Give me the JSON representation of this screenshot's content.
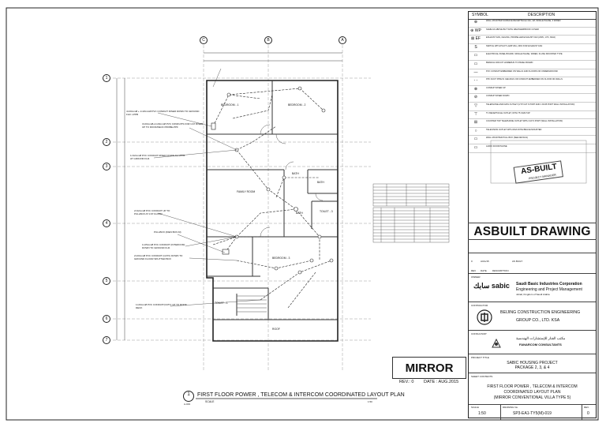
{
  "symbol_legend": {
    "headers": {
      "symbol": "SYMBOL",
      "description": "DESCRIPTION"
    },
    "items": [
      {
        "icon": "⊕",
        "desc": "WALL MOUNTED SURFACE RECEPTACLE 13A, 1Ø, SINGLE PHASE, 3 WIRED"
      },
      {
        "icon": "⊕ WP",
        "desc": "SAME AS ABOVE BUT WITH WEATHERPROOF COVER"
      },
      {
        "icon": "⊠ EF",
        "desc": "EXHAUST FAN, CEILING, PROPELLER EXHAUST FAN (230V, 1 Ph, 60Hz)"
      },
      {
        "icon": "S",
        "desc": "SWITCH WITH PILOT LAMP 20A, 230V FOR EXHAUST FAN"
      },
      {
        "icon": "▭",
        "desc": "ELECTRICAL PANEL BOARD, SINGLE PHASE, WIRED, FLUSH MOUNTED TYPE"
      },
      {
        "icon": "▭",
        "desc": "BRANCH CIRCUIT HOMERUN TO PANEL BOARD"
      },
      {
        "icon": "—",
        "desc": "PVC CONDUIT EMBEDDED ON WALLS AND FLOORS OR UNDERGROUND"
      },
      {
        "icon": "- -",
        "desc": "PPC DUCT PIPE IN CEILINGS OR CONDUIT EMBEDDED ON FLOOR OR WALLS"
      },
      {
        "icon": "⊗",
        "desc": "CONDUIT RISER UP"
      },
      {
        "icon": "⊘",
        "desc": "CONDUIT RISER DOWN"
      },
      {
        "icon": "▽",
        "desc": "TELEPHONE AND DATA OUTLET (UTP CAT 6 PORT AND 1 RJ45 PORT WALL INSTALLATION)"
      },
      {
        "icon": "⊤",
        "desc": "TV RECEPTACLE OUTLET, WITH 75 OHM TAP"
      },
      {
        "icon": "⊞",
        "desc": "COUNTER TOP TELEPHONE OUTLET WITH CAT 6 PORT (WALL INSTALLATION)"
      },
      {
        "icon": "○",
        "desc": "TELEVISION OUTLET WITH RG6 WITH BRACE MOUNTED"
      },
      {
        "icon": "▭",
        "desc": "WALL MOUNTED PULL BOX (SEE DETAILS)"
      },
      {
        "icon": "▭",
        "desc": "AUDIO DOOR PHONE"
      }
    ]
  },
  "stamp": {
    "text": "AS-BUILT",
    "sub": "PROJECT MANAGER"
  },
  "asbuilt_title": "ASBUILT DRAWING",
  "revision_block": {
    "rows": [
      {
        "rev": "0",
        "date": "AUG/15",
        "desc": "AS BUILT"
      }
    ],
    "headers": {
      "rev": "REV",
      "date": "DATE",
      "desc": "DESCRIPTION"
    }
  },
  "owner": {
    "label": "OWNER",
    "logo": "سابك sabic",
    "name": "Saudi Basic Industries Corporation",
    "sub": "Engineering and Project Management",
    "loc": "Jubail, Kingdom of Saudi Arabia"
  },
  "contractor": {
    "label": "CONTRACTOR",
    "name_line1": "BEIJING CONSTRUCTION ENGINEERING",
    "name_line2": "GROUP CO., LTD. KSA"
  },
  "consultant": {
    "label": "CONSULTANT",
    "arabic": "مكتب الفنار للإستشارات الهندسية",
    "name": "FANARCOM CONSULTANTS"
  },
  "project": {
    "label": "PROJECT TITLE",
    "line1": "SABIC HOUSING PROJECT",
    "line2": "PACKAGE 2, 3, & 4"
  },
  "sheet": {
    "label": "SHEET CONTENTS",
    "line1": "FIRST FLOOR POWER , TELECOM & INTERCOM",
    "line2": "COORDINATED LAYOUT PLAN",
    "line3": "(MIRROR CONVENTIONAL VILLA TYPE 5)"
  },
  "bottom_block": {
    "scale_label": "SCALE",
    "scale": "1:50",
    "drawing_label": "DRAWING No.",
    "drawing_no": "SP3-EA1-TY5(M)-019",
    "rev_label": "REV.",
    "rev": "0"
  },
  "mirror_box": {
    "text": "MIRROR",
    "rev": "REV.: 0",
    "date": "DATE : AUG.2015"
  },
  "plan_title": {
    "number": "1",
    "ref": "A-019",
    "title": "FIRST FLOOR POWER , TELECOM & INTERCOM COORDINATED LAYOUT PLAN",
    "scale": "SCALE",
    "scale_val": "1:50"
  },
  "grid": {
    "columns": [
      "C",
      "B",
      "A"
    ],
    "rows": [
      "1",
      "2",
      "3",
      "4",
      "5",
      "6",
      "7"
    ]
  },
  "rooms": [
    "BEDROOM - 1",
    "BEDROOM - 2",
    "FAMILY ROOM",
    "BATH",
    "BATH",
    "TOILET - 3",
    "BEDROOM - 3",
    "TOILET - 1",
    "ROOF",
    "BATH"
  ],
  "annotations": [
    "4×20mmØ + 1×20mmØ PVC CONDUIT RISER DOWN TO GROUND FLR. LPPB",
    "3×20mmØ+1×20mmØ PVC CONDUITS FOR CAT RISER UP TO ROOF/DECK PROBE-PPF",
    "1×32mmØ PVC CONDUIT RISER DOWN TO LPPB AT GROUND FLR.",
    "2×32mmØ PVC CONDUIT UP TO PULLBOX AT 1ST FLOOR",
    "PULLBOX (IDEN BOX-M)",
    "1×25mmØ PVC CONDUIT (INTERCOM) DOWN TO GROUND FLR.",
    "2×20mmØ PVC CONDUIT (CATV) DOWN TO GROUND FLOOR SPLITTER BOX",
    "1×20mmØ PVC CONDUIT(CATV) UP TO ROOF DECK"
  ],
  "colors": {
    "line": "#222222",
    "paper": "#ffffff"
  }
}
